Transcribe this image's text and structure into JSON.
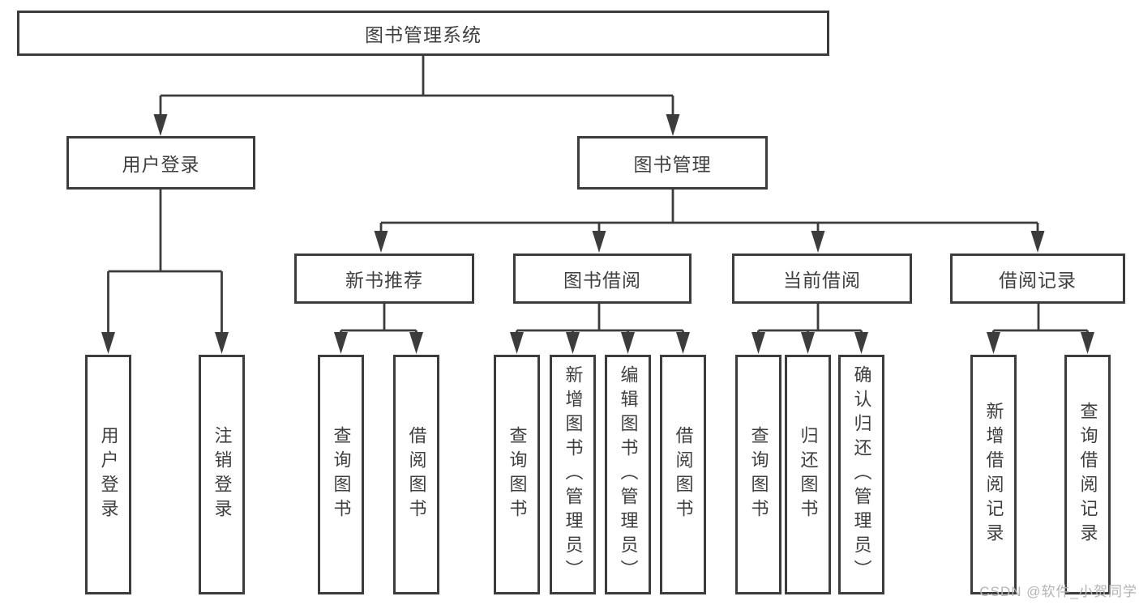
{
  "diagram_title": "图书管理系统",
  "tree": {
    "root": {
      "label": "图书管理系统"
    },
    "branches": [
      {
        "label": "用户登录",
        "children": [
          {
            "label": "用户登录"
          },
          {
            "label": "注销登录"
          }
        ]
      },
      {
        "label": "图书管理",
        "children": [
          {
            "label": "新书推荐",
            "children": [
              {
                "label": "查询图书"
              },
              {
                "label": "借阅图书"
              }
            ]
          },
          {
            "label": "图书借阅",
            "children": [
              {
                "label": "查询图书"
              },
              {
                "label": "新增图书（管理员）"
              },
              {
                "label": "编辑图书（管理员）"
              },
              {
                "label": "借阅图书"
              }
            ]
          },
          {
            "label": "当前借阅",
            "children": [
              {
                "label": "查询图书"
              },
              {
                "label": "归还图书"
              },
              {
                "label": "确认归还（管理员）"
              }
            ]
          },
          {
            "label": "借阅记录",
            "children": [
              {
                "label": "新增借阅记录"
              },
              {
                "label": "查询借阅记录"
              }
            ]
          }
        ]
      }
    ]
  },
  "watermark": {
    "text": "CSDN @软件_小贺同学"
  },
  "colors": {
    "line": "#3c3c3c",
    "text": "#3f3f3f",
    "watermark": "#b4b4b4",
    "background": "#ffffff"
  }
}
